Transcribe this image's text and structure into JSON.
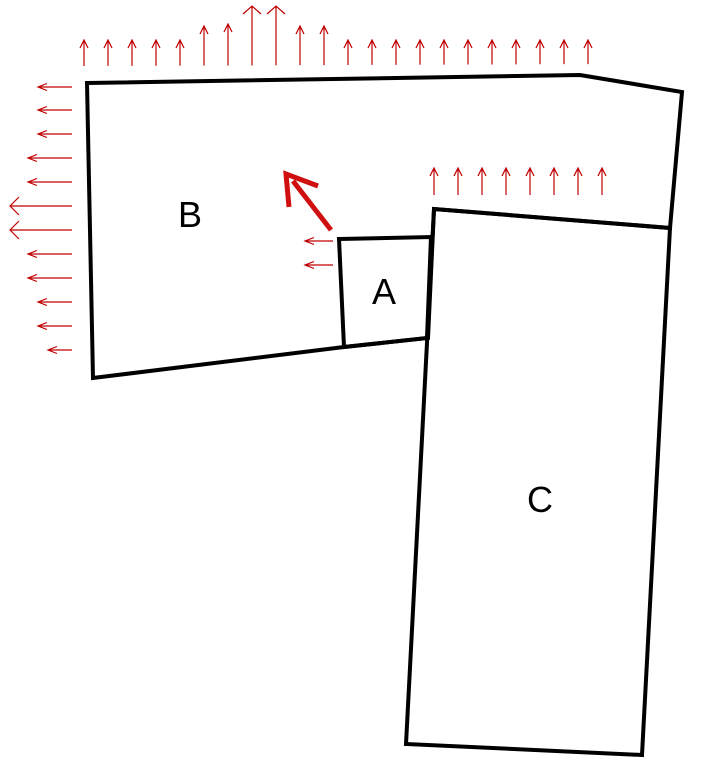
{
  "colors": {
    "outline": "#000000",
    "force_arrows": "#c00000",
    "motion_arrow": "#d01010"
  },
  "regions": {
    "a": {
      "label": "A"
    },
    "b": {
      "label": "B"
    },
    "c": {
      "label": "C"
    }
  }
}
